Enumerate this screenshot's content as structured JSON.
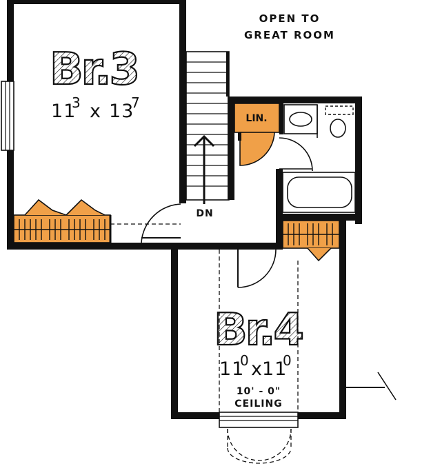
{
  "annotation": {
    "line1": "OPEN TO",
    "line2": "GREAT ROOM"
  },
  "rooms": {
    "br3": {
      "name": "Br.3",
      "dim_w": "11",
      "dim_w_sup": "3",
      "sep": "x",
      "dim_h": "13",
      "dim_h_sup": "7"
    },
    "br4": {
      "name": "Br.4",
      "dim_w": "11",
      "dim_w_sup": "0",
      "sep": "x",
      "dim_h": "11",
      "dim_h_sup": "0",
      "ceiling_height": "10' - 0\"",
      "ceiling_label": "CEILING"
    }
  },
  "labels": {
    "linen": "LIN.",
    "stairs_down": "DN"
  },
  "colors": {
    "accent_orange": "#f0a048",
    "wall": "#111111"
  }
}
